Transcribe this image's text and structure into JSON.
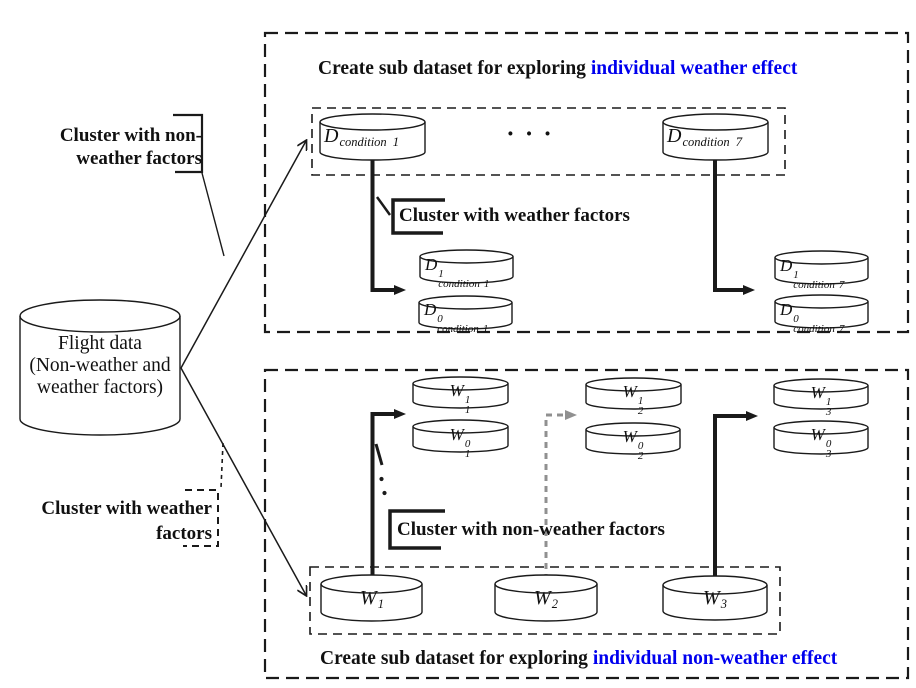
{
  "colors": {
    "accent_blue": "#0000ee",
    "arrow_gray": "#909090",
    "line_black": "#1a1a1a"
  },
  "source_node": {
    "line1": "Flight data",
    "line2": "(Non-weather and",
    "line3": "weather factors)"
  },
  "left_labels": {
    "top_line1": "Cluster with non-",
    "top_line2": "weather factors",
    "bottom_line1": "Cluster with weather",
    "bottom_line2": "factors"
  },
  "top_panel": {
    "title_black": "Create sub dataset for exploring ",
    "title_blue": "individual weather effect",
    "ellipsis": "· · ·",
    "cluster_label": "Cluster with weather factors",
    "nodes": {
      "d_condition_1": {
        "base": "D",
        "sub": "condition",
        "idx": "1"
      },
      "d_condition_7": {
        "base": "D",
        "sub": "condition",
        "idx": "7"
      },
      "d1_condition_1": {
        "base": "D",
        "sup": "1",
        "sub": "condition",
        "idx": "1"
      },
      "d0_condition_1": {
        "base": "D",
        "sup": "0",
        "sub": "condition",
        "idx": "1"
      },
      "d1_condition_7": {
        "base": "D",
        "sup": "1",
        "sub": "condition",
        "idx": "7"
      },
      "d0_condition_7": {
        "base": "D",
        "sup": "0",
        "sub": "condition",
        "idx": "7"
      }
    }
  },
  "bottom_panel": {
    "title_black": "Create sub dataset for exploring ",
    "title_blue": "individual non-weather effect",
    "cluster_label": "Cluster with non-weather factors",
    "nodes": {
      "w_1": {
        "base": "W",
        "sub": "1"
      },
      "w_2": {
        "base": "W",
        "sub": "2"
      },
      "w_3": {
        "base": "W",
        "sub": "3"
      },
      "w1_1": {
        "base": "W",
        "sup": "1",
        "sub": "1"
      },
      "w0_1": {
        "base": "W",
        "sup": "0",
        "sub": "1"
      },
      "w1_2": {
        "base": "W",
        "sup": "1",
        "sub": "2"
      },
      "w0_2": {
        "base": "W",
        "sup": "0",
        "sub": "2"
      },
      "w1_3": {
        "base": "W",
        "sup": "1",
        "sub": "3"
      },
      "w0_3": {
        "base": "W",
        "sup": "0",
        "sub": "3"
      }
    }
  }
}
